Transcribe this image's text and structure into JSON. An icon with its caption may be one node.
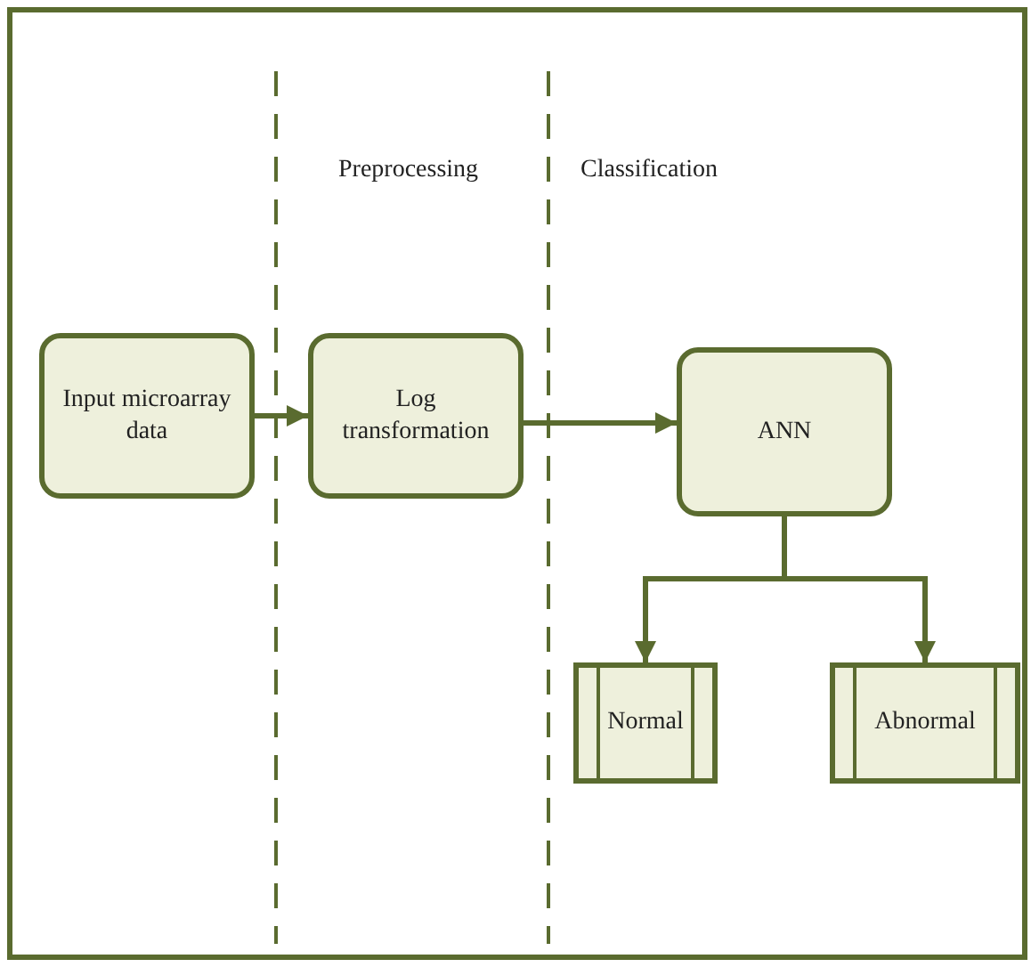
{
  "diagram": {
    "nodes": [
      {
        "text": [
          "Input microarray data"
        ]
      },
      {
        "text": [
          "Log transformation"
        ]
      },
      {
        "text": [
          "ANN"
        ]
      },
      {
        "text": [
          "Normal"
        ]
      },
      {
        "text": [
          "Abnormal"
        ]
      }
    ],
    "edges": [
      {
        "from": 0,
        "to": 1,
        "arrow": "to"
      },
      {
        "from": 1,
        "to": 2,
        "arrow": "to"
      },
      {
        "from": 2,
        "to": 3,
        "arrow": "to"
      },
      {
        "from": 2,
        "to": 4,
        "arrow": "to"
      }
    ],
    "labels": [
      "Preprocessing",
      "Classification"
    ]
  }
}
